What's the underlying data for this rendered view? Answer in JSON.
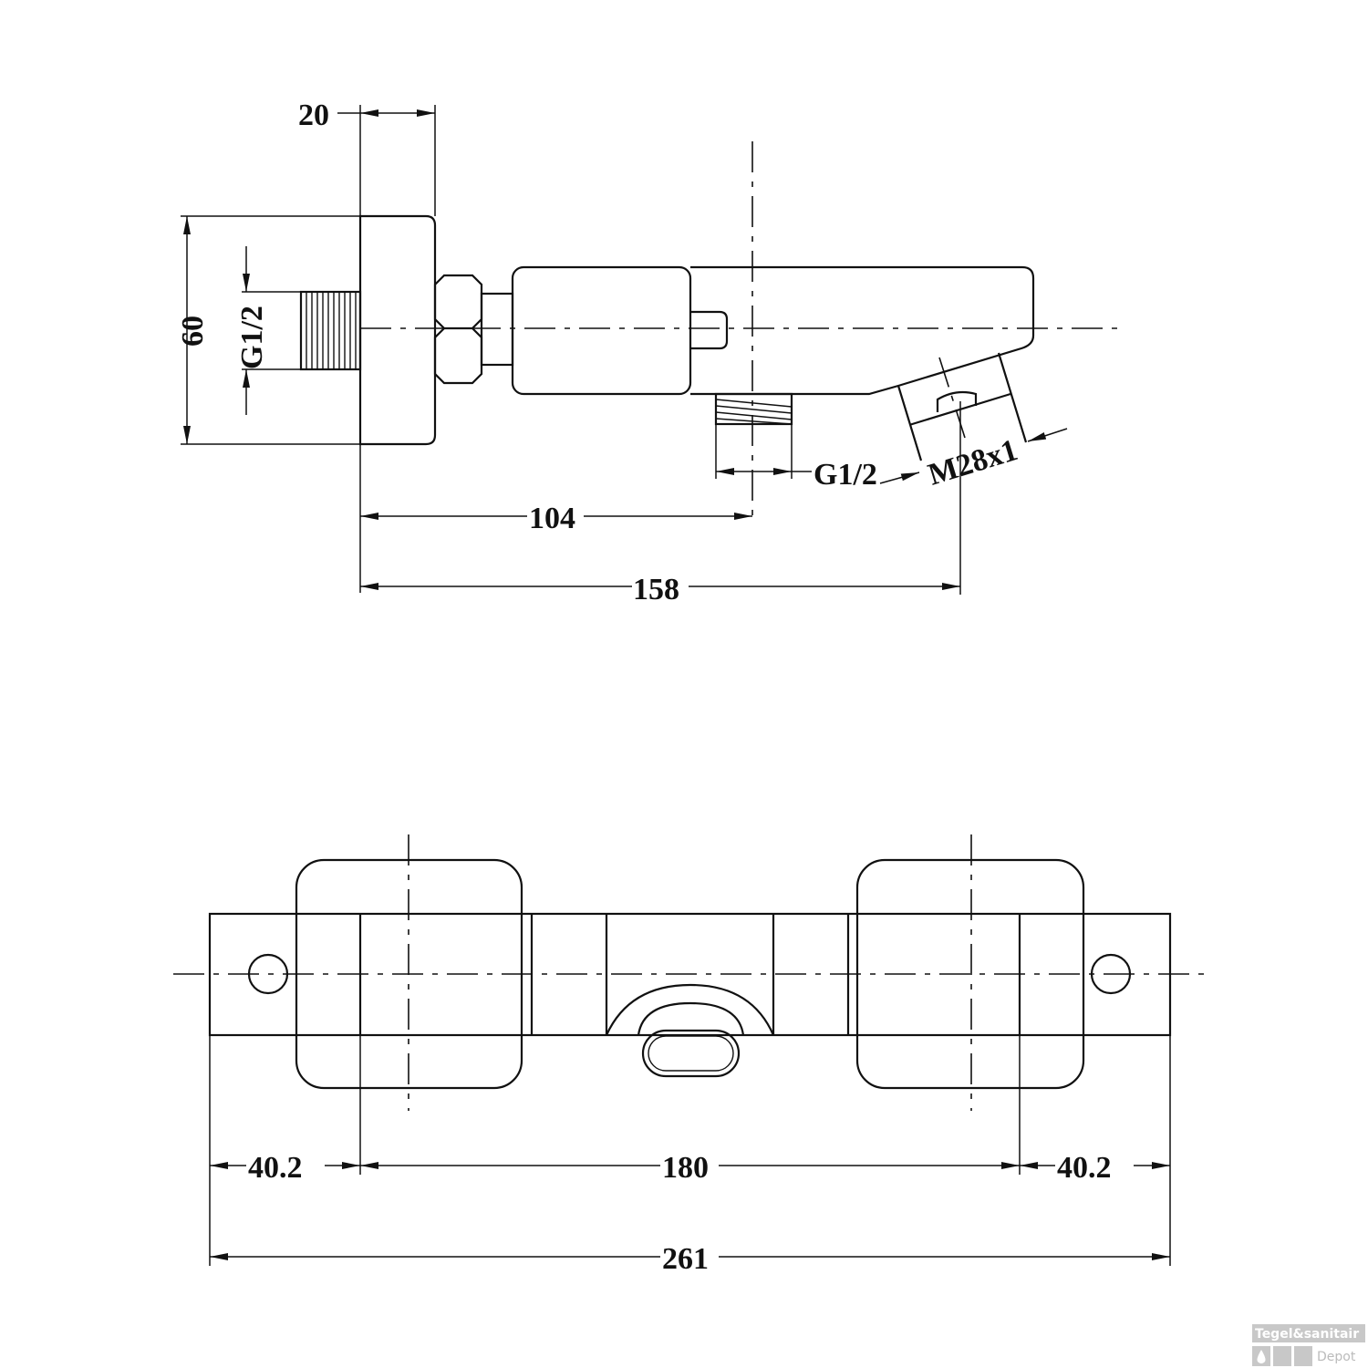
{
  "side_view": {
    "dim_depth_plate": "20",
    "dim_height": "60",
    "inlet_thread": "G1/2",
    "dim_to_outlet": "104",
    "dim_to_spout": "158",
    "outlet_thread": "G1/2",
    "spout_thread": "M28x1"
  },
  "front_view": {
    "dim_left": "40.2",
    "dim_center": "180",
    "dim_right": "40.2",
    "dim_total": "261"
  },
  "watermark": {
    "line1": "Tegel&sanitair",
    "line2": "Depot",
    "color": "#c8c8c8"
  }
}
